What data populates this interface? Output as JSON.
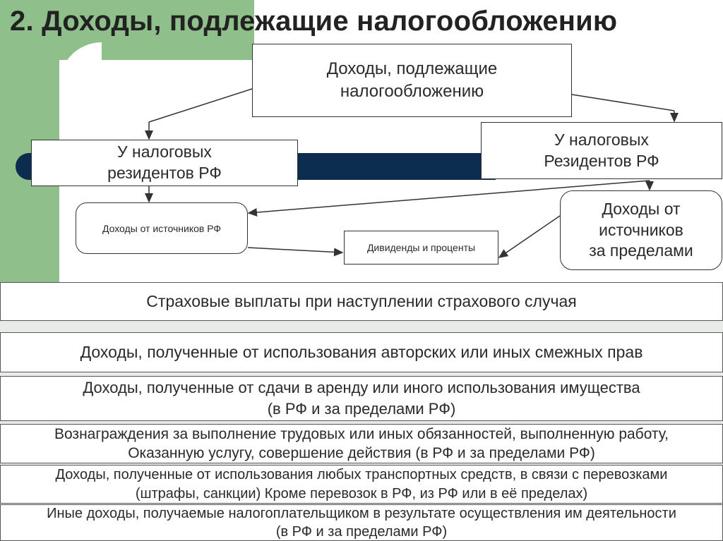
{
  "title": "2. Доходы, подлежащие налогообложению",
  "nodes": {
    "root": "Доходы, подлежащие\nналогообложению",
    "residents_left": "У налоговых\nрезидентов РФ",
    "residents_right": "У налоговых\nРезидентов РФ",
    "income_rf": "Доходы от источников РФ",
    "dividends": "Дивиденды и проценты",
    "income_abroad": "Доходы от\nисточников\nза пределами"
  },
  "rows": [
    "Страховые выплаты при наступлении страхового случая",
    "Доходы, полученные от использования авторских или иных смежных прав",
    "Доходы, полученные от сдачи в аренду или иного использования имущества\n(в РФ и за пределами РФ)",
    "Вознаграждения за выполнение трудовых или иных обязанностей, выполненную работу,\nОказанную  услугу, совершение действия (в РФ и за пределами РФ)",
    "Доходы, полученные от использования любых транспортных средств, в связи с перевозками\n(штрафы, санкции) Кроме перевозок в РФ, из РФ или в её пределах)",
    "Иные доходы, получаемые налогоплательщиком в результате осуществления им деятельности\n(в РФ и за пределами РФ)"
  ],
  "colors": {
    "accent_green": "#8fbf8a",
    "band_navy": "#0c2d4f"
  }
}
